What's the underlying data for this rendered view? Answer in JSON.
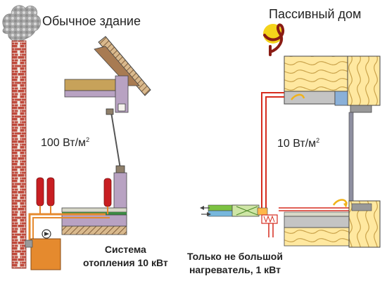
{
  "left_panel": {
    "title": "Обычное здание",
    "flux_value": "100 Вт/м",
    "flux_exp": "2",
    "note_line1": "Система",
    "note_line2": "отопления 10 кВт"
  },
  "right_panel": {
    "title": "Пассивный дом",
    "flux_value": "10 Вт/м",
    "flux_exp": "2",
    "note_line1": "Только не большой",
    "note_line2": "нагреватель, 1 кВт"
  },
  "colors": {
    "brick": "#c0483a",
    "mortar": "#ece9e4",
    "slab_purple": "#b8a2c2",
    "wall_gray": "#c4c4c4",
    "insulation": "#ffe8a0",
    "pipe_red": "#d62c1e",
    "radiator_red": "#c81e22",
    "boiler_orange": "#e58a2e",
    "airflow_blue": "#77b7dd",
    "airflow_green": "#7cc242",
    "logo_yellow": "#f4d31b",
    "logo_brown": "#8a1c14"
  }
}
